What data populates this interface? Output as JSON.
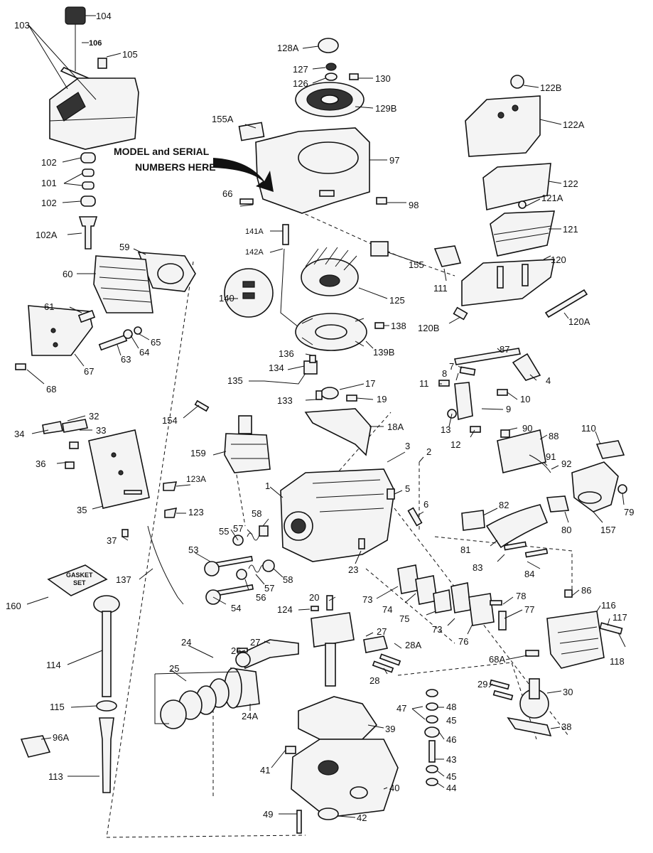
{
  "note": {
    "line1": "MODEL and SERIAL",
    "line2": "NUMBERS HERE"
  },
  "gasket_set": {
    "line1": "GASKET",
    "line2": "SET"
  },
  "labels": {
    "l104": "104",
    "l103": "103",
    "l106": "106",
    "l105": "105",
    "l128a": "128A",
    "l127": "127",
    "l126": "126",
    "l130": "130",
    "l129b": "129B",
    "l122b": "122B",
    "l122a": "122A",
    "l155a": "155A",
    "l97": "97",
    "l122": "122",
    "l121a": "121A",
    "l102a_top": "102",
    "l101": "101",
    "l102b": "102",
    "l66": "66",
    "l98": "98",
    "l121": "121",
    "l102a": "102A",
    "l141a": "141A",
    "l142a": "142A",
    "l59": "59",
    "l155": "155",
    "l120": "120",
    "l60": "60",
    "l111": "111",
    "l125": "125",
    "l140": "140",
    "l61": "61",
    "l65": "65",
    "l64": "64",
    "l63": "63",
    "l67": "67",
    "l138": "138",
    "l120b": "120B",
    "l120a": "120A",
    "l139b": "139B",
    "l87": "87",
    "l68": "68",
    "l136": "136",
    "l134": "134",
    "l7": "7",
    "l8": "8",
    "l4": "4",
    "l135": "135",
    "l17": "17",
    "l11": "11",
    "l10": "10",
    "l133": "133",
    "l19": "19",
    "l9": "9",
    "l32": "32",
    "l154": "154",
    "l34": "34",
    "l33": "33",
    "l18a": "18A",
    "l13": "13",
    "l90": "90",
    "l110": "110",
    "l88": "88",
    "l12": "12",
    "l3": "3",
    "l36": "36",
    "l159": "159",
    "l2": "2",
    "l91": "91",
    "l92": "92",
    "l123a": "123A",
    "l1": "1",
    "l5": "5",
    "l35": "35",
    "l79": "79",
    "l6": "6",
    "l82": "82",
    "l123": "123",
    "l58a": "58",
    "l37": "37",
    "l55": "55",
    "l57a": "57",
    "l80": "80",
    "l157": "157",
    "l81": "81",
    "l53": "53",
    "l83": "83",
    "l84": "84",
    "l23": "23",
    "l58b": "58",
    "l57b": "57",
    "l137": "137",
    "l86": "86",
    "l56": "56",
    "l20": "20",
    "l73a": "73",
    "l78": "78",
    "l116": "116",
    "l54": "54",
    "l160": "160",
    "l124": "124",
    "l74": "74",
    "l75": "75",
    "l77": "77",
    "l117": "117",
    "l73b": "73",
    "l27a": "27",
    "l27b": "27",
    "l76": "76",
    "l24": "24",
    "l28a": "28A",
    "l68a": "68A",
    "l118": "118",
    "l114": "114",
    "l26": "26",
    "l25": "25",
    "l28": "28",
    "l29": "29",
    "l30": "30",
    "l24a": "24A",
    "l115": "115",
    "l47": "47",
    "l48": "48",
    "l45a": "45",
    "l39": "39",
    "l38": "38",
    "l96a": "96A",
    "l46": "46",
    "l43": "43",
    "l41": "41",
    "l45b": "45",
    "l113": "113",
    "l44": "44",
    "l40": "40",
    "l49": "49",
    "l42": "42"
  }
}
